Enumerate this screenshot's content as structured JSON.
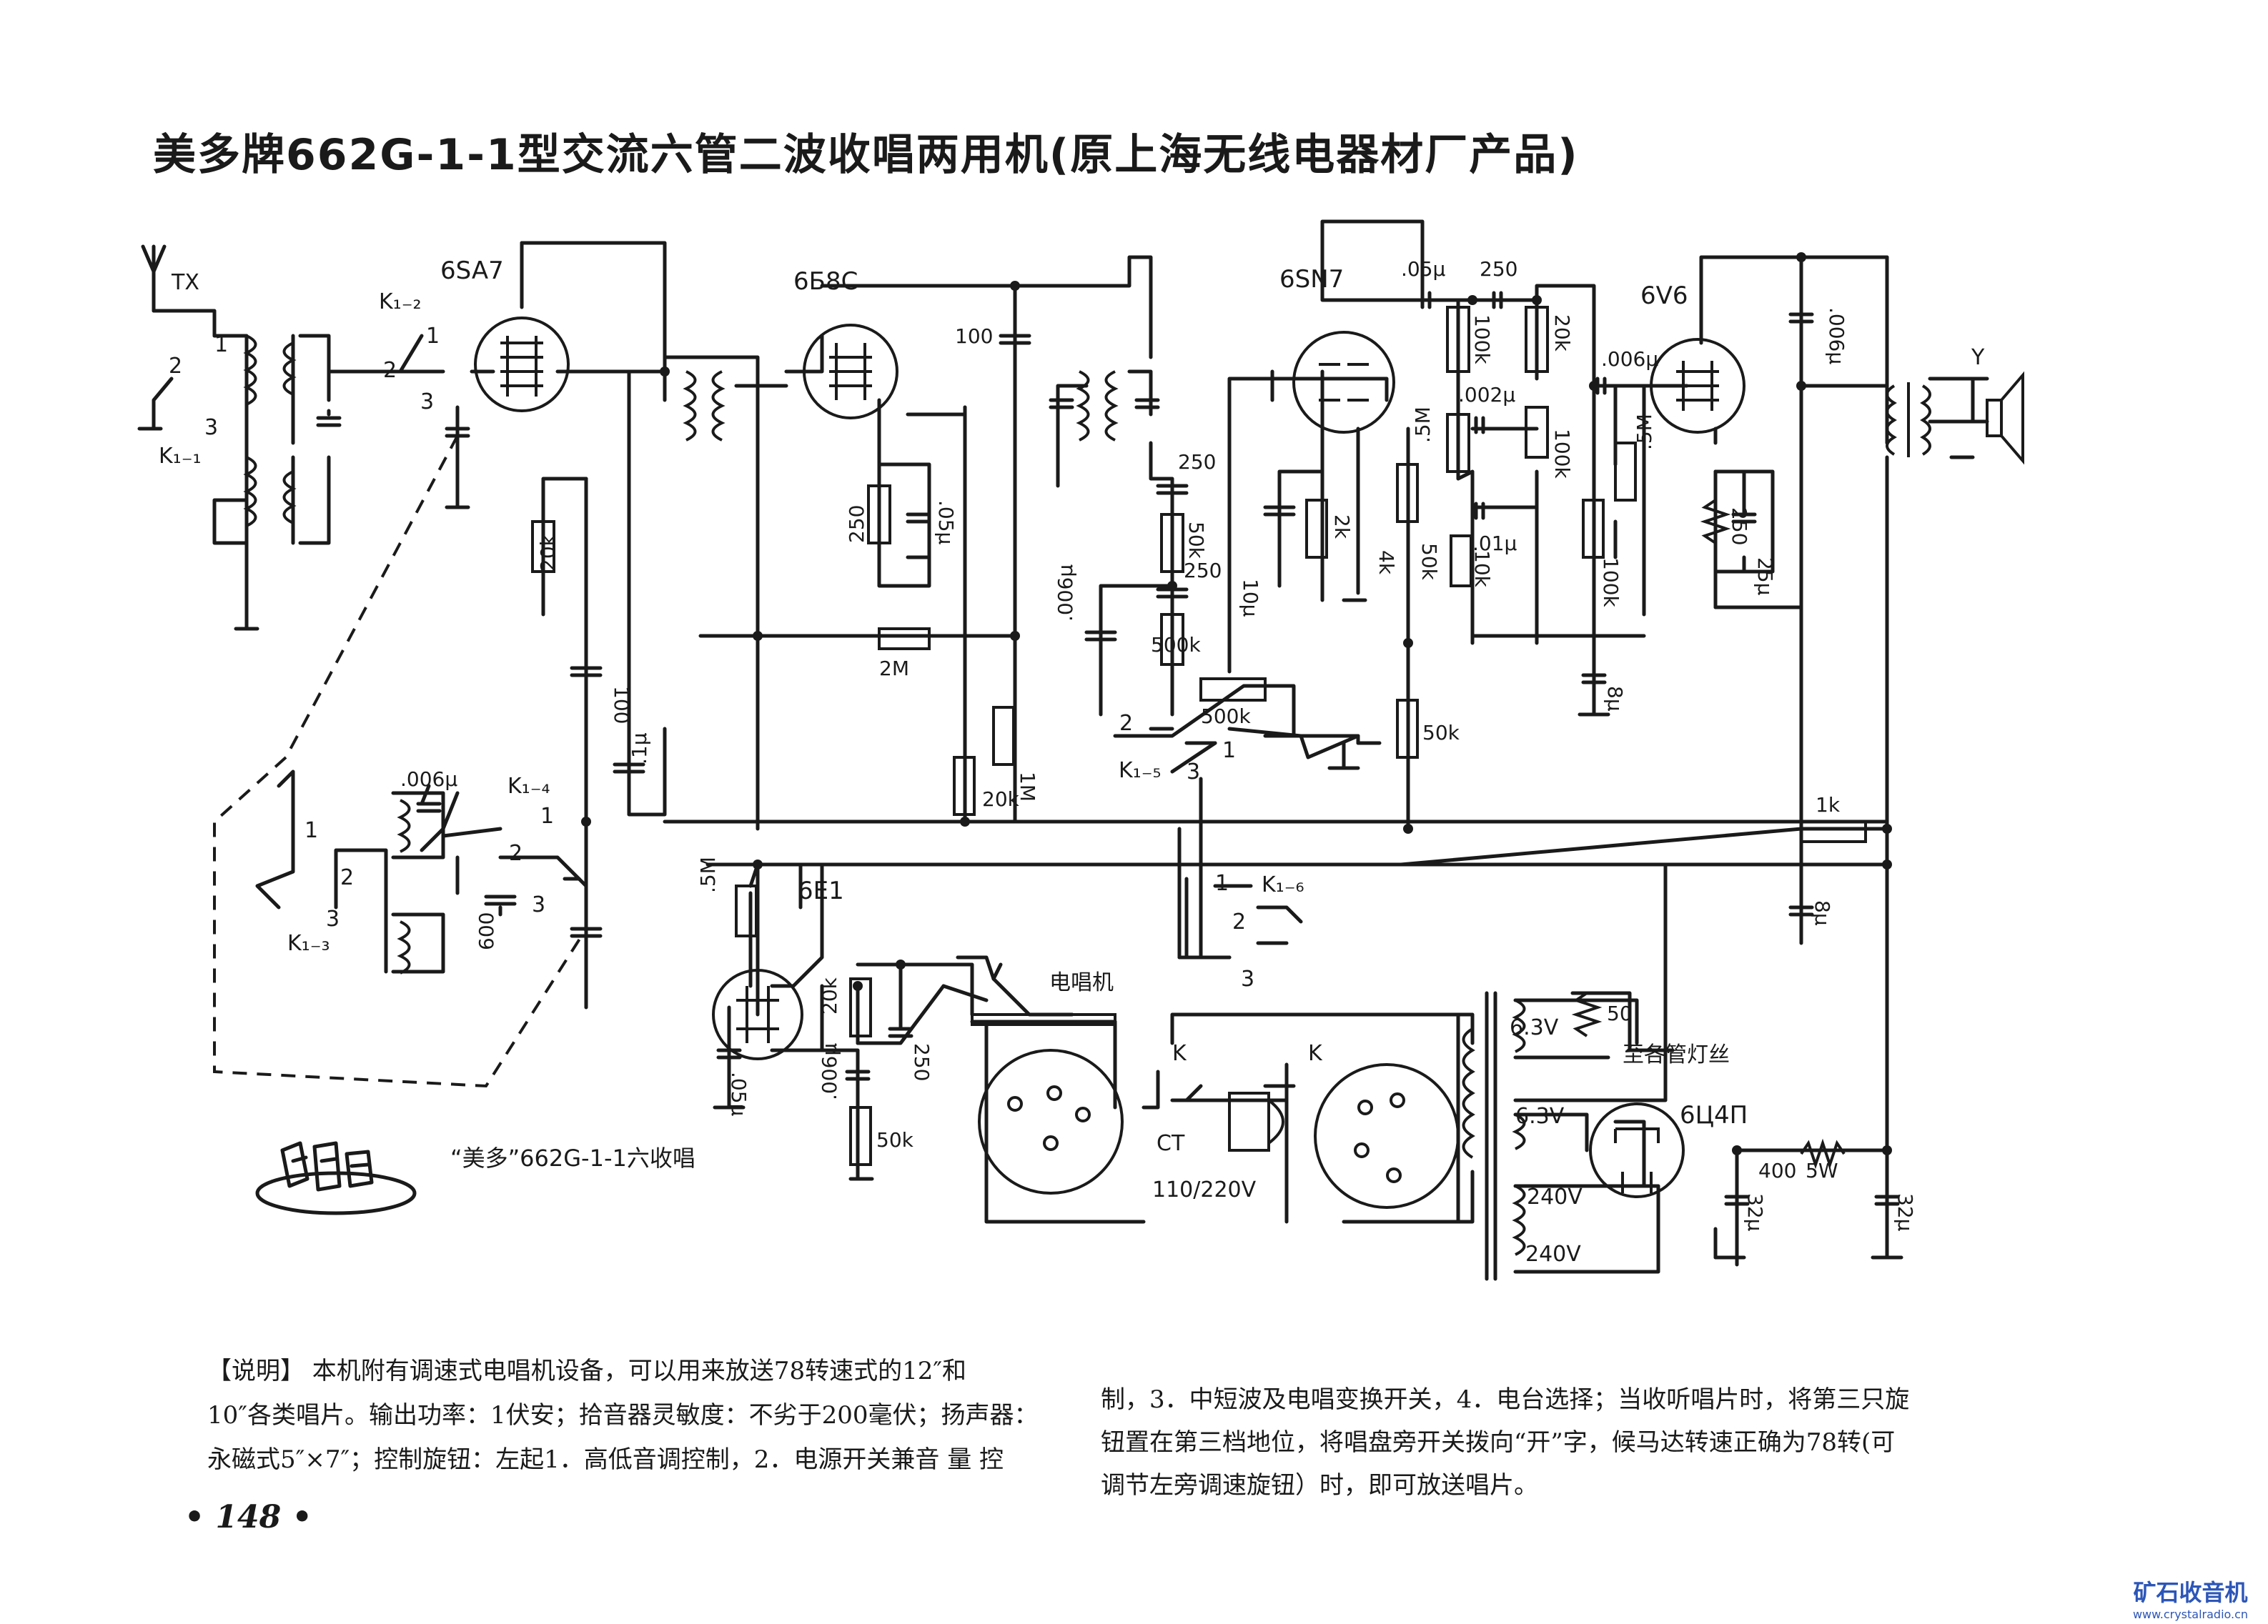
{
  "title": "美多牌662G-1-1型交流六管二波收唱两用机(原上海无线电器材厂产品)",
  "tubes": {
    "t1": "6SA7",
    "t2": "6Б8C",
    "t3": "6SN7",
    "t4": "6V6",
    "t5": "6E1",
    "t6": "6Ц4П"
  },
  "labels": {
    "antenna": "TX",
    "ground": "Y",
    "k12": "K₁₋₂",
    "k11": "K₁₋₁",
    "k13": "K₁₋₃",
    "k14": "K₁₋₄",
    "k15": "K₁₋₅",
    "k16": "K₁₋₆",
    "k_a": "K",
    "k_b": "K",
    "ct": "CT",
    "mains": "110/220V",
    "phono": "电唱机",
    "heater_note": "至各管灯丝",
    "v63a": "6.3V",
    "v63b": "6.3V",
    "v240a": "240V",
    "v240b": "240V",
    "caption": "“美多”662G-1-1六收唱",
    "n1": "1",
    "n2": "2",
    "n3": "3"
  },
  "values": {
    "r20k_a": "20k",
    "c100_a": "100",
    "c01_a": ".1μ",
    "c006_a": ".006μ",
    "c600": "600",
    "c100_b": "100",
    "r250_a": "250",
    "c05_a": ".05μ",
    "r2m": "2M",
    "r1m": "1M",
    "r20k_b": "20k",
    "c250_a": "250",
    "r50k_a": "50k",
    "c250_b": "250",
    "c006_b": ".006μ",
    "r500k_a": "500k",
    "r500k_b": "500k",
    "c05_b": ".05μ",
    "c250_c": "250",
    "r100k_a": "100k",
    "r20k_c": "20k",
    "r5m_a": ".5M",
    "c002": ".002μ",
    "r100k_b": "100k",
    "c10": "10μ",
    "r2k": "2k",
    "r4k": "4k",
    "r50k_b": "50k",
    "r10k": "10k",
    "c01_b": ".01μ",
    "r50k_c": "50k",
    "c006_c": ".006μ",
    "r5m_b": ".5M",
    "r100k_c": "100k",
    "c8_a": "8μ",
    "c006_d": ".006μ",
    "r250_b": "250",
    "c25": "25μ",
    "r1k": "1k",
    "c8_b": "8μ",
    "r5m_c": ".5M",
    "c05_c": ".05μ",
    "r20k_d": "20k",
    "c250_d": "250",
    "c006_e": ".006μ",
    "r50k_d": "50k",
    "r50": "50",
    "r400": "400",
    "w5": "5W",
    "c32_a": "32μ",
    "c32_b": "32μ"
  },
  "notes": {
    "left_l1": "【说明】 本机附有调速式电唱机设备，可以用来放送78转速式的12″和",
    "left_l2": "10″各类唱片。输出功率：1伏安；拾音器灵敏度：不劣于200毫伏；扬声器：",
    "left_l3": "永磁式5″×7″；控制旋钮：左起1．高低音调控制，2．电源开关兼音 量 控",
    "right_l1": "制，3．中短波及电唱变换开关，4．电台选择；当收听唱片时，将第三只旋",
    "right_l2": "钮置在第三档地位，将唱盘旁开关拨向“开”字，候马达转速正确为78转(可",
    "right_l3": "调节左旁调速旋钮）时，即可放送唱片。"
  },
  "page_number": "• 148 •",
  "watermark": {
    "cn": "矿石收音机",
    "url": "www.crystalradio.cn"
  }
}
